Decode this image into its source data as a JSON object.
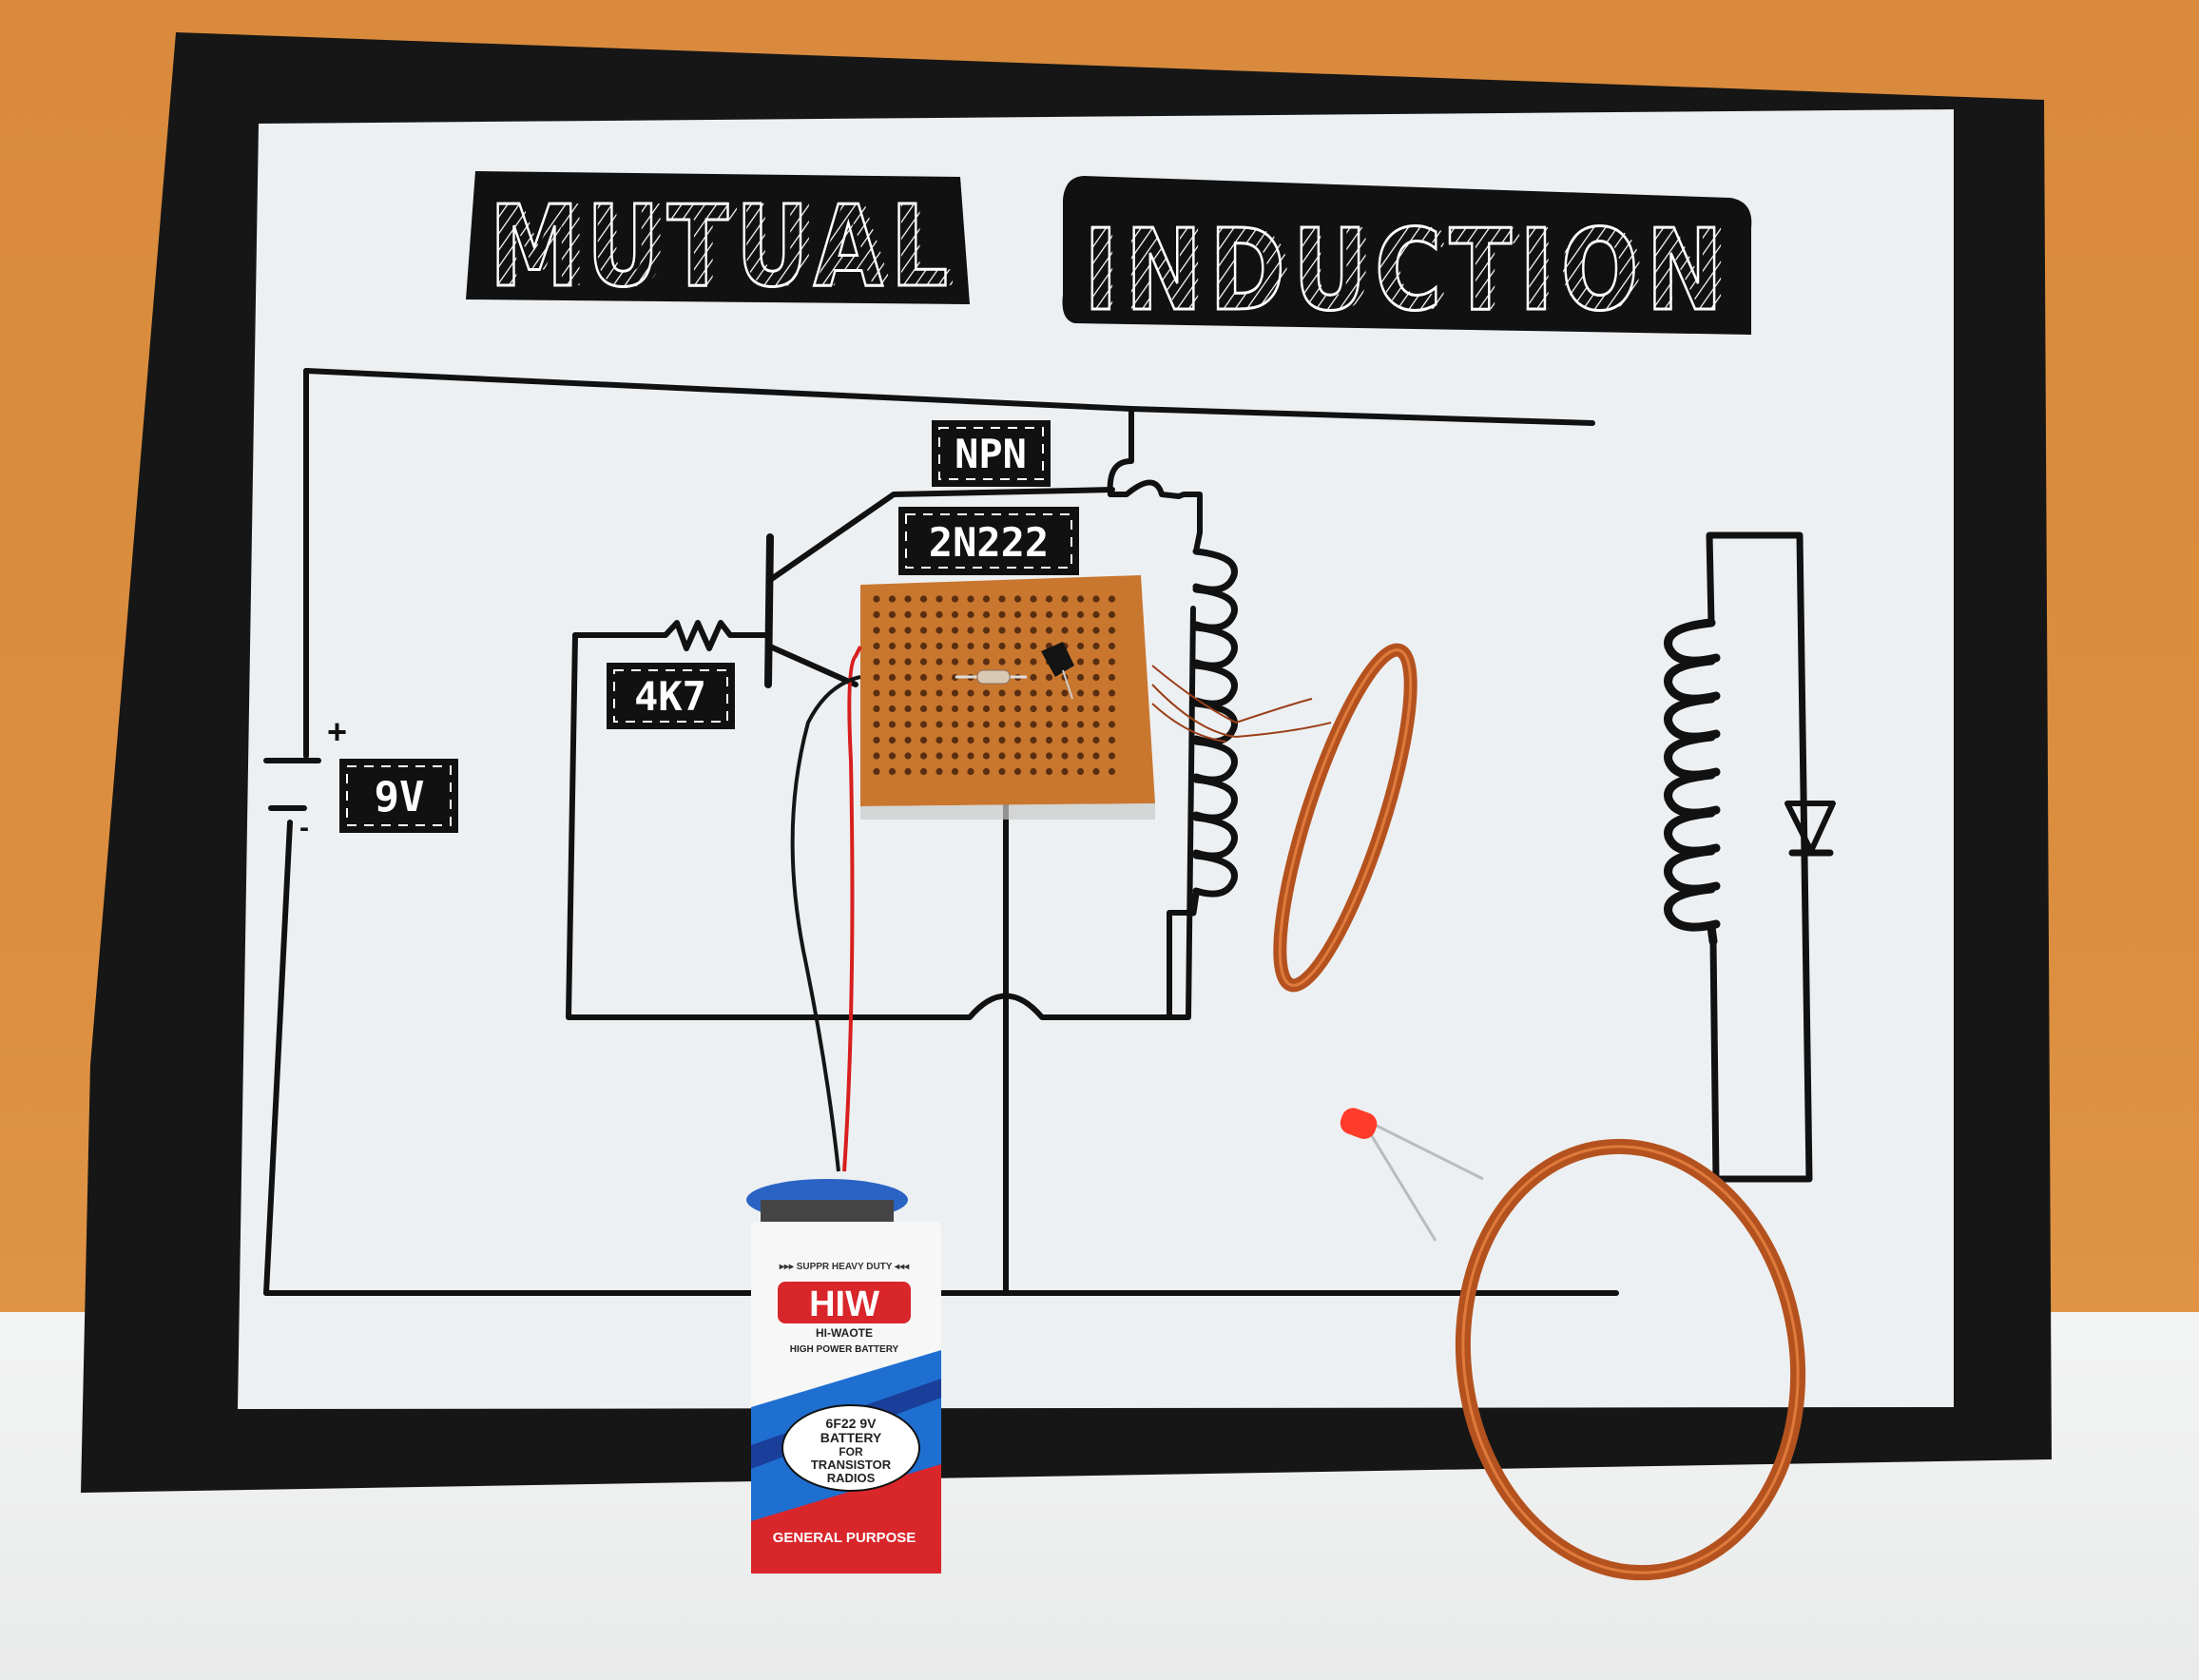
{
  "scene": {
    "description": "Photograph of a school science project board demonstrating mutual induction",
    "wall_color": "#dc8f40",
    "board_border_color": "#161616",
    "paper_color": "#edf0f2",
    "ink_color": "#111111"
  },
  "board": {
    "title_word_1": "MUTUAL",
    "title_word_2": "INDUCTION",
    "labels": {
      "transistor_type": "NPN",
      "transistor_model": "2N222",
      "resistor": "4K7",
      "battery_voltage": "9V",
      "plus_sign": "+",
      "minus_sign": "-"
    }
  },
  "battery": {
    "tagline": "▸▸▸ SUPPR HEAVY DUTY ◂◂◂",
    "brand": "HIW",
    "sub_brand": "HI-WAOTE",
    "subtitle": "HIGH POWER BATTERY",
    "badge_line_1": "6F22 9V",
    "badge_line_2": "BATTERY",
    "badge_line_3": "FOR",
    "badge_line_4": "TRANSISTOR",
    "badge_line_5": "RADIOS",
    "footer": "GENERAL PURPOSE",
    "colors": {
      "red": "#d8262b",
      "blue": "#1f6fd1",
      "dark_blue": "#1a3f9a",
      "white": "#f7f7f7"
    }
  },
  "components": {
    "perfboard_color": "#c9772f",
    "copper_wire_color": "#b4521f",
    "led_color": "#ff3b2a",
    "snap_connector_color": "#2a63c4",
    "wire_red": "#d81e1e",
    "wire_black": "#151515"
  }
}
